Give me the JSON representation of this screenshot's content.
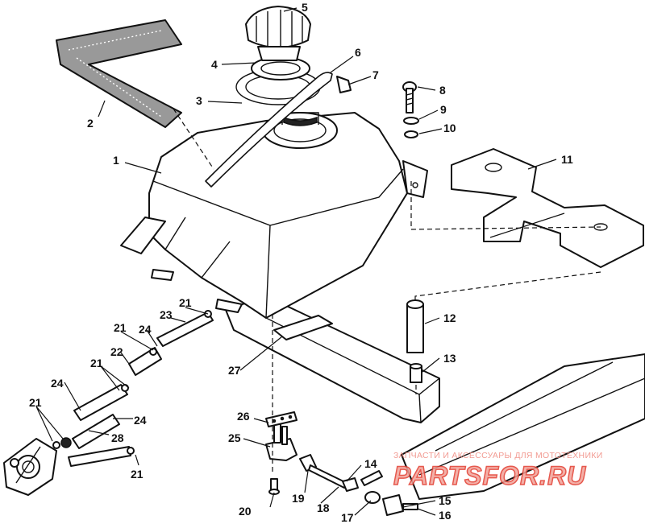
{
  "diagram": {
    "callouts": [
      {
        "id": "c1",
        "text": "1"
      },
      {
        "id": "c2",
        "text": "2"
      },
      {
        "id": "c3",
        "text": "3"
      },
      {
        "id": "c4",
        "text": "4"
      },
      {
        "id": "c5",
        "text": "5"
      },
      {
        "id": "c6",
        "text": "6"
      },
      {
        "id": "c7",
        "text": "7"
      },
      {
        "id": "c8",
        "text": "8"
      },
      {
        "id": "c9",
        "text": "9"
      },
      {
        "id": "c10",
        "text": "10"
      },
      {
        "id": "c11",
        "text": "11"
      },
      {
        "id": "c12",
        "text": "12"
      },
      {
        "id": "c13",
        "text": "13"
      },
      {
        "id": "c14",
        "text": "14"
      },
      {
        "id": "c15",
        "text": "15"
      },
      {
        "id": "c16",
        "text": "16"
      },
      {
        "id": "c17",
        "text": "17"
      },
      {
        "id": "c18",
        "text": "18"
      },
      {
        "id": "c19",
        "text": "19"
      },
      {
        "id": "c20",
        "text": "20"
      },
      {
        "id": "c21a",
        "text": "21"
      },
      {
        "id": "c21b",
        "text": "21"
      },
      {
        "id": "c21c",
        "text": "21"
      },
      {
        "id": "c21d",
        "text": "21"
      },
      {
        "id": "c21e",
        "text": "21"
      },
      {
        "id": "c22",
        "text": "22"
      },
      {
        "id": "c23",
        "text": "23"
      },
      {
        "id": "c24a",
        "text": "24"
      },
      {
        "id": "c24b",
        "text": "24"
      },
      {
        "id": "c24c",
        "text": "24"
      },
      {
        "id": "c25",
        "text": "25"
      },
      {
        "id": "c26",
        "text": "26"
      },
      {
        "id": "c27",
        "text": "27"
      },
      {
        "id": "c28",
        "text": "28"
      }
    ]
  },
  "watermark": {
    "tagline": "ЗАПЧАСТИ И АКСЕССУАРЫ ДЛЯ МОТОТЕХНИКИ",
    "brand": "PARTSFOR.RU",
    "color": "#e23b2e"
  }
}
